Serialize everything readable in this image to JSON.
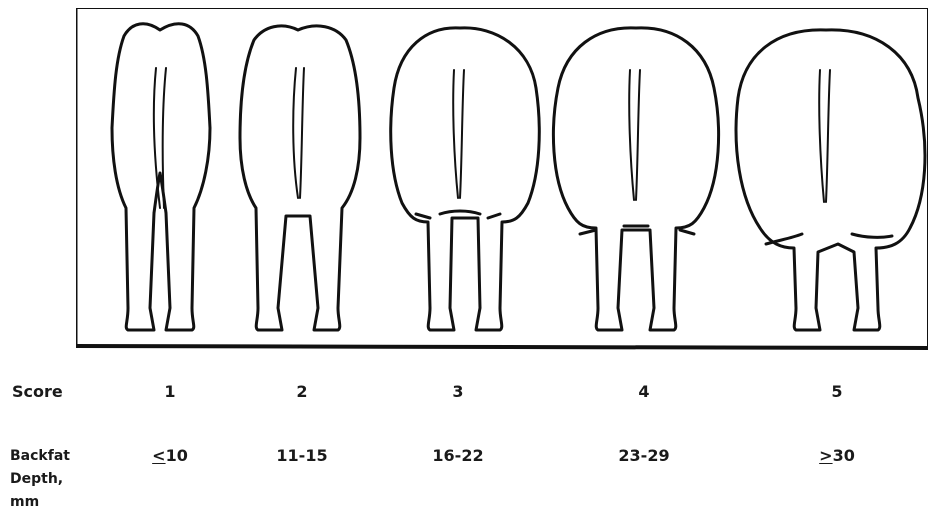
{
  "figure": {
    "row_score_label": "Score",
    "row_backfat_label": "Backfat Depth, mm",
    "backfat_label_lines": [
      "Backfat",
      "Depth,",
      "mm"
    ],
    "scores": [
      "1",
      "2",
      "3",
      "4",
      "5"
    ],
    "backfat_values": [
      {
        "prefix": "<",
        "value": "10"
      },
      {
        "prefix": "",
        "value": "11-15"
      },
      {
        "prefix": "",
        "value": "16-22"
      },
      {
        "prefix": "",
        "value": "23-29"
      },
      {
        "prefix": ">",
        "value": "30"
      }
    ]
  }
}
